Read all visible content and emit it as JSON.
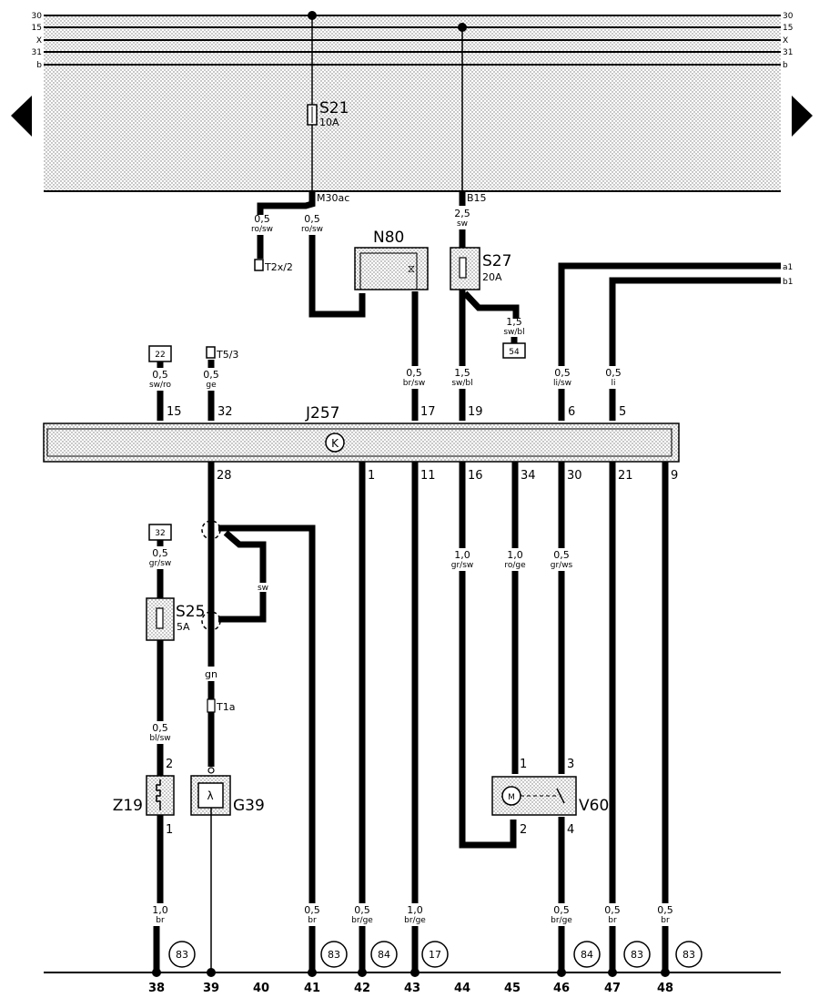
{
  "bus_lines": [
    "30",
    "15",
    "X",
    "31",
    "b"
  ],
  "components": {
    "s21": {
      "name": "S21",
      "rating": "10A"
    },
    "s27": {
      "name": "S27",
      "rating": "20A"
    },
    "s25": {
      "name": "S25",
      "rating": "5A"
    },
    "n80": {
      "name": "N80"
    },
    "j257": {
      "name": "J257",
      "symbol": "K"
    },
    "z19": {
      "name": "Z19"
    },
    "g39": {
      "name": "G39",
      "symbol": "λ"
    },
    "v60": {
      "name": "V60",
      "symbol": "M"
    },
    "t2x2": "T2x/2",
    "t53": "T5/3",
    "t1a": "T1a",
    "m30ac": "M30ac",
    "b15": "B15",
    "ref22": "22",
    "ref54": "54",
    "ref32": "32",
    "a1": "a1",
    "b1": "b1"
  },
  "wires": {
    "w_t2x": {
      "size": "0,5",
      "color": "ro/sw"
    },
    "w_m30": {
      "size": "0,5",
      "color": "ro/sw"
    },
    "w_b15": {
      "size": "2,5",
      "color": "sw"
    },
    "w_54": {
      "size": "1,5",
      "color": "sw/bl"
    },
    "w_15": {
      "size": "0,5",
      "color": "sw/ro"
    },
    "w_32": {
      "size": "0,5",
      "color": "ge"
    },
    "w_17": {
      "size": "0,5",
      "color": "br/sw"
    },
    "w_19": {
      "size": "1,5",
      "color": "sw/bl"
    },
    "w_6": {
      "size": "0,5",
      "color": "li/sw"
    },
    "w_5": {
      "size": "0,5",
      "color": "li"
    },
    "w_s25": {
      "size": "0,5",
      "color": "gr/sw"
    },
    "w_sw": {
      "color": "sw"
    },
    "w_gn": {
      "color": "gn"
    },
    "w_z19": {
      "size": "0,5",
      "color": "bl/sw"
    },
    "w_16": {
      "size": "1,0",
      "color": "gr/sw"
    },
    "w_34": {
      "size": "1,0",
      "color": "ro/ge"
    },
    "w_30": {
      "size": "0,5",
      "color": "gr/ws"
    },
    "g38": {
      "size": "1,0",
      "color": "br"
    },
    "g41": {
      "size": "0,5",
      "color": "br"
    },
    "g42": {
      "size": "0,5",
      "color": "br/ge"
    },
    "g43": {
      "size": "1,0",
      "color": "br/ge"
    },
    "g46": {
      "size": "0,5",
      "color": "br/ge"
    },
    "g47": {
      "size": "0,5",
      "color": "br"
    },
    "g48": {
      "size": "0,5",
      "color": "br"
    }
  },
  "pins": {
    "p15": "15",
    "p32": "32",
    "p17": "17",
    "p19": "19",
    "p6": "6",
    "p5": "5",
    "p28": "28",
    "p1": "1",
    "p11": "11",
    "p16": "16",
    "p34": "34",
    "p30": "30",
    "p21": "21",
    "p9": "9",
    "z19_2": "2",
    "z19_1": "1",
    "v60_1": "1",
    "v60_2": "2",
    "v60_3": "3",
    "v60_4": "4"
  },
  "ground_refs": {
    "r38": "83",
    "r41": "83",
    "r42": "84",
    "r43": "17",
    "r46": "84",
    "r47": "83",
    "r48": "83"
  },
  "tracks": [
    "38",
    "39",
    "40",
    "41",
    "42",
    "43",
    "44",
    "45",
    "46",
    "47",
    "48"
  ]
}
